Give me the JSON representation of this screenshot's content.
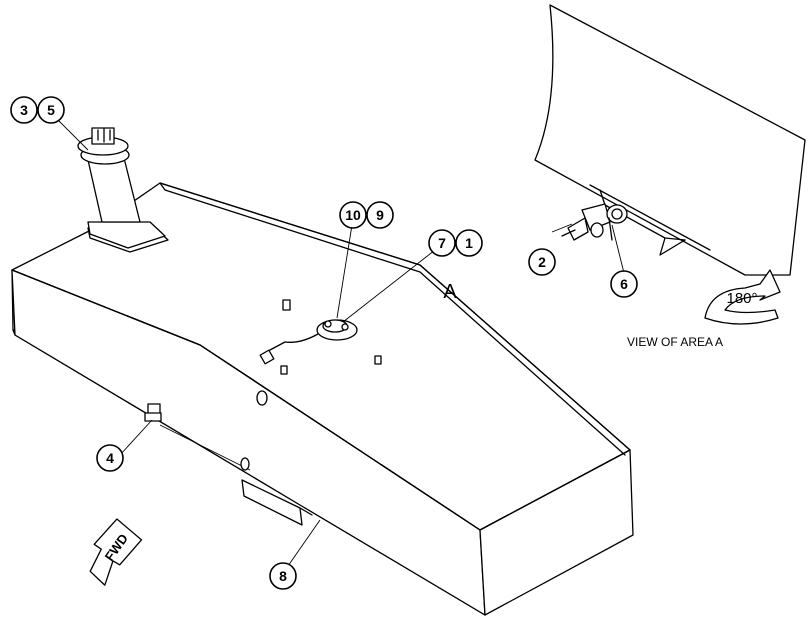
{
  "callouts": {
    "c3": "3",
    "c5": "5",
    "c10": "10",
    "c9": "9",
    "c7": "7",
    "c1": "1",
    "c2": "2",
    "c6": "6",
    "c4": "4",
    "c8": "8"
  },
  "labels": {
    "area_letter": "A",
    "view_of_area": "VIEW OF AREA  A",
    "rotation": "180°",
    "fwd": "FWD"
  }
}
